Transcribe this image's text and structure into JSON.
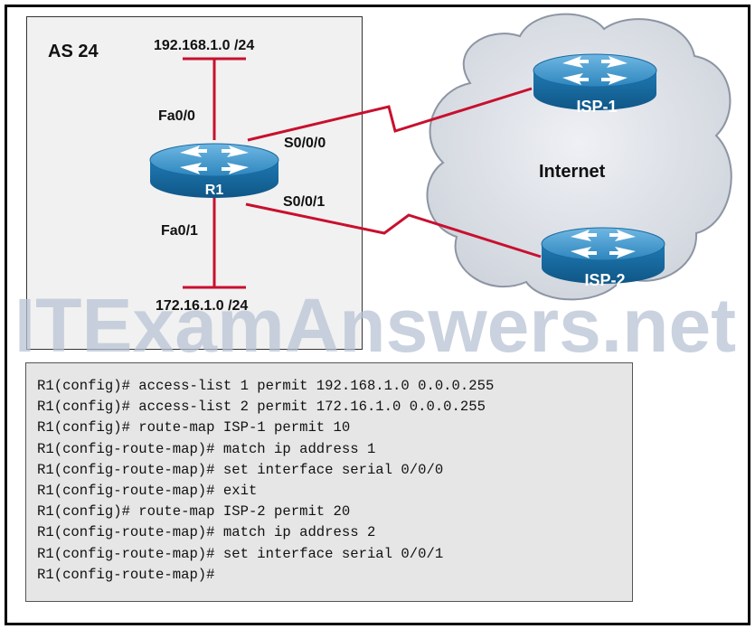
{
  "diagram": {
    "as_label": "AS 24",
    "lan_top": "192.168.1.0 /24",
    "lan_bottom": "172.16.1.0 /24",
    "iface_fa00": "Fa0/0",
    "iface_fa01": "Fa0/1",
    "iface_s000": "S0/0/0",
    "iface_s001": "S0/0/1",
    "router_r1": "R1",
    "router_isp1": "ISP-1",
    "router_isp2": "ISP-2",
    "cloud_label": "Internet",
    "colors": {
      "link": "#c8102e",
      "router_top": "#3f93c6",
      "router_side": "#1d6fa3",
      "cloud": "#dfe3ea"
    }
  },
  "cli": {
    "lines": [
      "R1(config)# access-list 1 permit 192.168.1.0 0.0.0.255",
      "R1(config)# access-list 2 permit 172.16.1.0 0.0.0.255",
      "R1(config)# route-map ISP-1 permit 10",
      "R1(config-route-map)# match ip address 1",
      "R1(config-route-map)# set interface serial 0/0/0",
      "R1(config-route-map)# exit",
      "R1(config)# route-map ISP-2 permit 20",
      "R1(config-route-map)# match ip address 2",
      "R1(config-route-map)# set interface serial 0/0/1",
      "R1(config-route-map)#"
    ]
  },
  "watermark": "ITExamAnswers.net"
}
